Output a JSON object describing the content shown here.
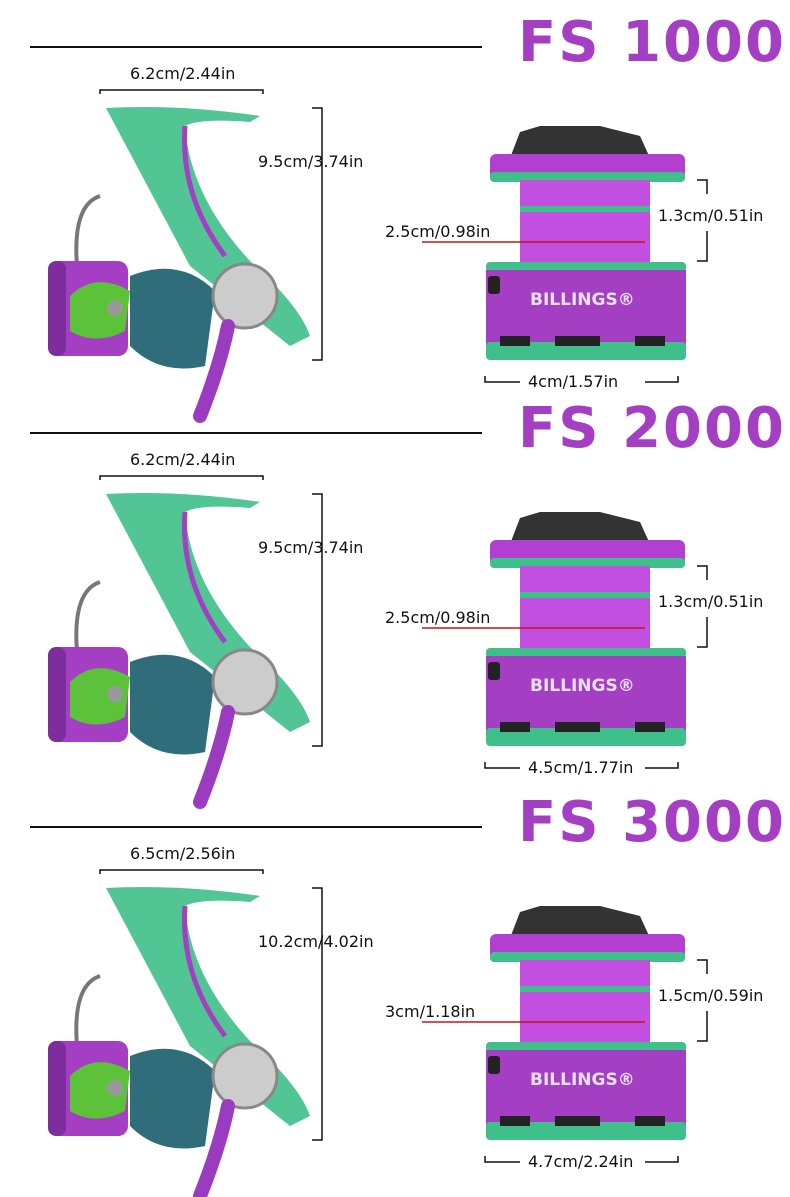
{
  "models": [
    {
      "title": "FS 1000",
      "handle_width": "6.2cm/2.44in",
      "reel_height": "9.5cm/3.74in",
      "spool_diameter": "2.5cm/0.98in",
      "spool_depth": "1.3cm/0.51in",
      "spool_width": "4cm/1.57in"
    },
    {
      "title": "FS 2000",
      "handle_width": "6.2cm/2.44in",
      "reel_height": "9.5cm/3.74in",
      "spool_diameter": "2.5cm/0.98in",
      "spool_depth": "1.3cm/0.51in",
      "spool_width": "4.5cm/1.77in"
    },
    {
      "title": "FS 3000",
      "handle_width": "6.5cm/2.56in",
      "reel_height": "10.2cm/4.02in",
      "spool_diameter": "3cm/1.18in",
      "spool_depth": "1.5cm/0.59in",
      "spool_width": "4.7cm/2.24in"
    }
  ],
  "brand": "BILLINGS®",
  "colors": {
    "title": "#a43fc4",
    "purple": "#b23fd0",
    "green": "#3fbf8a",
    "red_line": "#c01818"
  }
}
